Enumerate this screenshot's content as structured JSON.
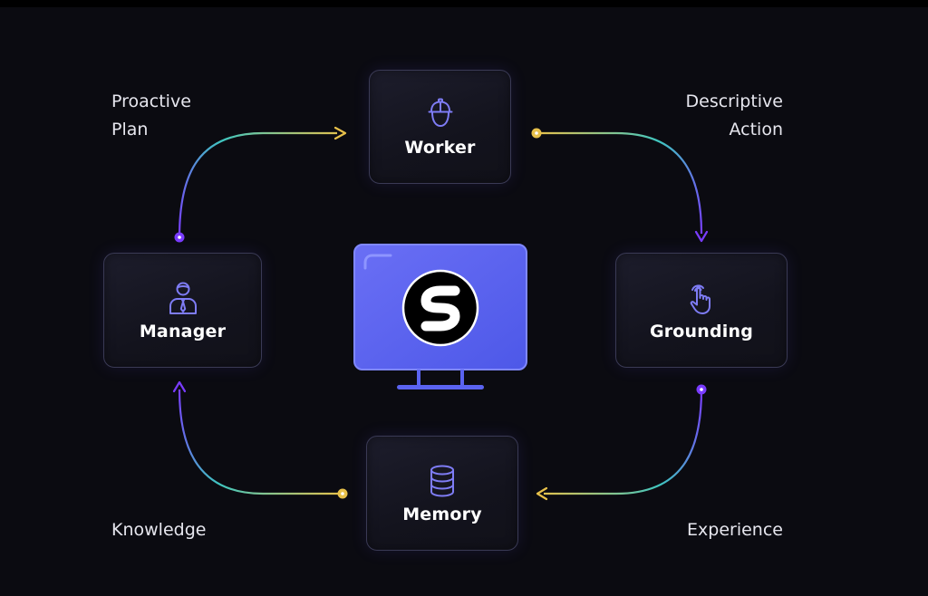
{
  "nodes": {
    "worker": {
      "label": "Worker",
      "icon": "hard-hat-worker-icon"
    },
    "manager": {
      "label": "Manager",
      "icon": "manager-person-icon"
    },
    "grounding": {
      "label": "Grounding",
      "icon": "pointing-hand-icon"
    },
    "memory": {
      "label": "Memory",
      "icon": "database-icon"
    }
  },
  "edges": {
    "proactive_plan": {
      "line1": "Proactive",
      "line2": "Plan"
    },
    "descriptive_action": {
      "line1": "Descriptive",
      "line2": "Action"
    },
    "knowledge": {
      "label": "Knowledge"
    },
    "experience": {
      "label": "Experience"
    }
  },
  "center": {
    "icon": "monitor-logo-icon"
  },
  "colors": {
    "background": "#0b0b11",
    "node_border": "#3a3a55",
    "accent_purple": "#7a3cff",
    "accent_teal": "#3fc6c0",
    "accent_yellow": "#e8c14a",
    "monitor_fill": "#5a63f0",
    "icon_stroke": "#7e7cf5"
  }
}
